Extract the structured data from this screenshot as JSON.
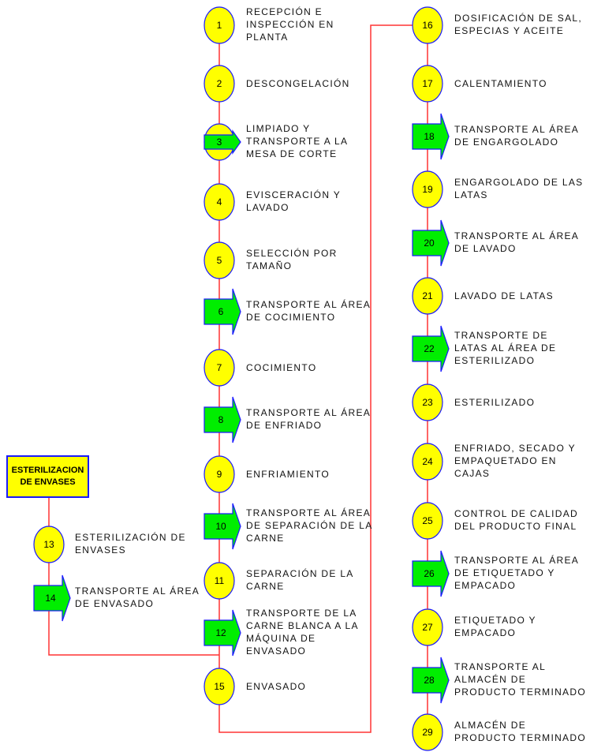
{
  "colors": {
    "line": "#ff3333",
    "circle": "#ffff00",
    "arrow": "#00ee00",
    "outline": "#1a1aff"
  },
  "side_box": {
    "label": "ESTERILIZACION\nDE ENVASES"
  },
  "steps": [
    {
      "n": "1",
      "type": "op",
      "text": "RECEPCIÓN E\nINSPECCIÓN EN\nPLANTA"
    },
    {
      "n": "2",
      "type": "op",
      "text": "DESCONGELACIÓN"
    },
    {
      "n": "3",
      "type": "combined",
      "text": "LIMPIADO Y\nTRANSPORTE A LA\nMESA DE CORTE"
    },
    {
      "n": "4",
      "type": "op",
      "text": "EVISCERACIÓN Y\nLAVADO"
    },
    {
      "n": "5",
      "type": "op",
      "text": "SELECCIÓN POR\nTAMAÑO"
    },
    {
      "n": "6",
      "type": "transport",
      "text": "TRANSPORTE AL ÁREA\nDE COCIMIENTO"
    },
    {
      "n": "7",
      "type": "op",
      "text": "COCIMIENTO"
    },
    {
      "n": "8",
      "type": "transport",
      "text": "TRANSPORTE AL ÁREA\nDE ENFRIADO"
    },
    {
      "n": "9",
      "type": "op",
      "text": "ENFRIAMIENTO"
    },
    {
      "n": "10",
      "type": "transport",
      "text": "TRANSPORTE AL ÁREA\nDE SEPARACIÓN DE LA\nCARNE"
    },
    {
      "n": "11",
      "type": "op",
      "text": "SEPARACIÓN DE LA\nCARNE"
    },
    {
      "n": "12",
      "type": "transport",
      "text": "TRANSPORTE DE LA\nCARNE BLANCA A LA\nMÁQUINA DE\nENVASADO"
    },
    {
      "n": "13",
      "type": "op",
      "text": "ESTERILIZACIÓN DE\nENVASES"
    },
    {
      "n": "14",
      "type": "transport",
      "text": "TRANSPORTE AL ÁREA\nDE ENVASADO"
    },
    {
      "n": "15",
      "type": "op",
      "text": "ENVASADO"
    },
    {
      "n": "16",
      "type": "op",
      "text": "DOSIFICACIÓN DE SAL,\nESPECIAS Y ACEITE"
    },
    {
      "n": "17",
      "type": "op",
      "text": "CALENTAMIENTO"
    },
    {
      "n": "18",
      "type": "transport",
      "text": "TRANSPORTE AL ÁREA\nDE ENGARGOLADO"
    },
    {
      "n": "19",
      "type": "op",
      "text": "ENGARGOLADO DE LAS\nLATAS"
    },
    {
      "n": "20",
      "type": "transport",
      "text": "TRANSPORTE AL ÁREA\nDE LAVADO"
    },
    {
      "n": "21",
      "type": "op",
      "text": "LAVADO DE LATAS"
    },
    {
      "n": "22",
      "type": "transport",
      "text": "TRANSPORTE DE\nLATAS AL ÁREA DE\nESTERILIZADO"
    },
    {
      "n": "23",
      "type": "op",
      "text": "ESTERILIZADO"
    },
    {
      "n": "24",
      "type": "op",
      "text": "ENFRIADO, SECADO Y\nEMPAQUETADO EN\nCAJAS"
    },
    {
      "n": "25",
      "type": "op",
      "text": "CONTROL DE CALIDAD\nDEL PRODUCTO FINAL"
    },
    {
      "n": "26",
      "type": "transport",
      "text": "TRANSPORTE AL ÁREA\nDE ETIQUETADO Y\nEMPACADO"
    },
    {
      "n": "27",
      "type": "op",
      "text": "ETIQUETADO Y\nEMPACADO"
    },
    {
      "n": "28",
      "type": "transport",
      "text": "TRANSPORTE AL\nALMACÉN DE\nPRODUCTO TERMINADO"
    },
    {
      "n": "29",
      "type": "op",
      "text": "ALMACÉN DE\nPRODUCTO TERMINADO"
    }
  ]
}
